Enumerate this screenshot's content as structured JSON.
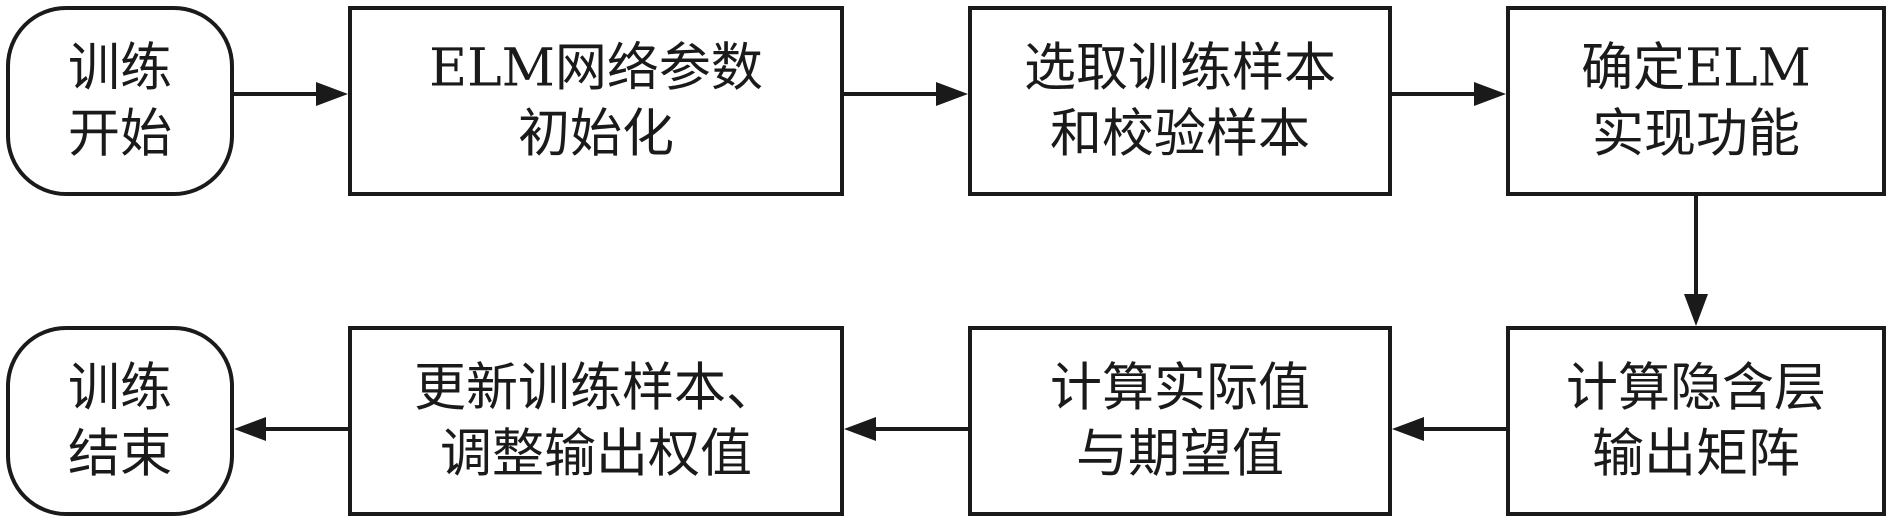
{
  "nodes": {
    "train_start": [
      "训练",
      "开始"
    ],
    "elm_init": [
      "ELM网络参数",
      "初始化"
    ],
    "select_samples": [
      "选取训练样本",
      "和校验样本"
    ],
    "define_elm": [
      "确定ELM",
      "实现功能"
    ],
    "hidden_output": [
      "计算隐含层",
      "输出矩阵"
    ],
    "actual_expected": [
      "计算实际值",
      "与期望值"
    ],
    "update_weights": [
      "更新训练样本、",
      "调整输出权值"
    ],
    "train_end": [
      "训练",
      "结束"
    ]
  },
  "colors": {
    "stroke": "#1a1a1a",
    "fill": "#ffffff",
    "text": "#1a1a1a"
  }
}
